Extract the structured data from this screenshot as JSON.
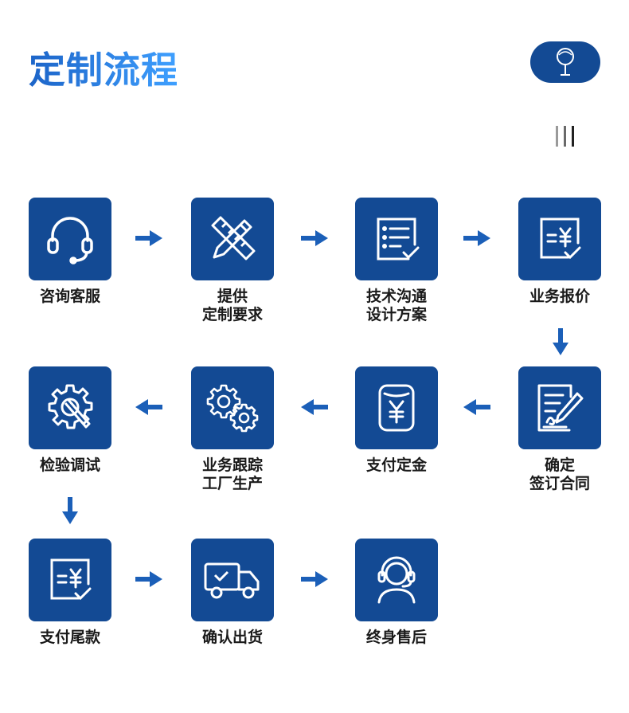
{
  "header": {
    "title": "定制流程",
    "badge_icon": "microphone-icon",
    "bars_icon": "vertical-bars-icon"
  },
  "colors": {
    "tile": "#134a94",
    "arrow": "#1b5fb8",
    "title_start": "#1c64c8",
    "title_end": "#3fa0ff"
  },
  "steps": [
    {
      "icon": "headset-icon",
      "line1": "咨询客服",
      "line2": ""
    },
    {
      "icon": "pencil-ruler-icon",
      "line1": "提供",
      "line2": "定制要求"
    },
    {
      "icon": "checklist-icon",
      "line1": "技术沟通",
      "line2": "设计方案"
    },
    {
      "icon": "price-document-icon",
      "line1": "业务报价",
      "line2": ""
    },
    {
      "icon": "sign-contract-icon",
      "line1": "确定",
      "line2": "签订合同"
    },
    {
      "icon": "yuan-card-icon",
      "line1": "支付定金",
      "line2": ""
    },
    {
      "icon": "gears-icon",
      "line1": "业务跟踪",
      "line2": "工厂生产"
    },
    {
      "icon": "gear-wrench-icon",
      "line1": "检验调试",
      "line2": ""
    },
    {
      "icon": "price-document-icon",
      "line1": "支付尾款",
      "line2": ""
    },
    {
      "icon": "delivery-truck-icon",
      "line1": "确认出货",
      "line2": ""
    },
    {
      "icon": "support-agent-icon",
      "line1": "终身售后",
      "line2": ""
    }
  ]
}
